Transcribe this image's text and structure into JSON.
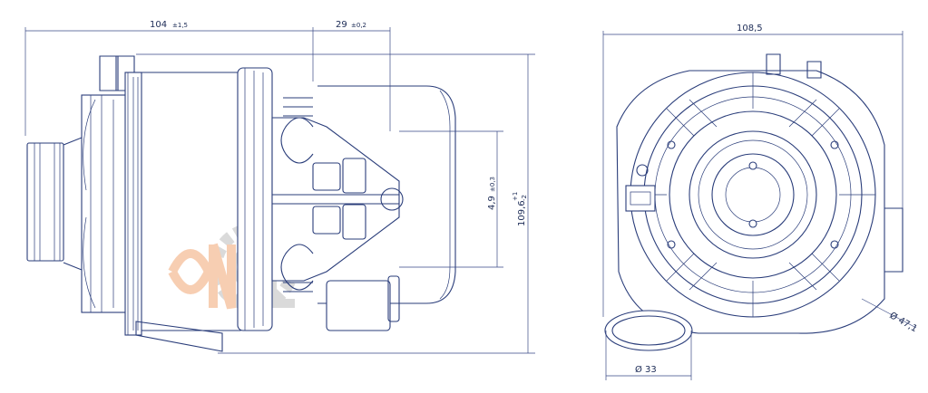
{
  "dimensions": {
    "length": "104",
    "length_tol": "±1,5",
    "depth": "29",
    "depth_tol": "±0,2",
    "offset": "4,9",
    "offset_tol": "±0,3",
    "height": "109,6",
    "height_tol_upper": "+1",
    "height_tol_lower": "-2",
    "width": "108,5",
    "outlet_diameter": "Ø 33",
    "motor_diameter": "Ø 47,1"
  },
  "watermark": {
    "text": "ЭЛЕ",
    "colors": {
      "orange": "#f2a774",
      "gray": "#bdbdbd"
    }
  },
  "colors": {
    "line": "#2a3d7a",
    "text": "#1b2a55",
    "background": "#ffffff"
  }
}
